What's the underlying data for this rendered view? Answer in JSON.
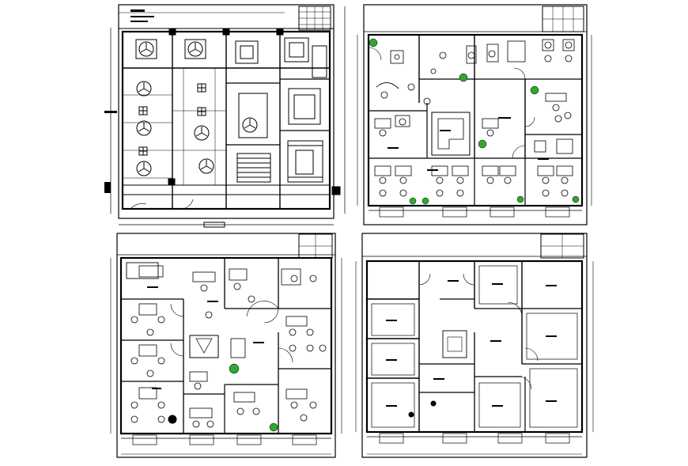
{
  "drawing": {
    "background": "#ffffff",
    "line_color": "#000000",
    "plant_color": "#2fa82f"
  },
  "panels": [
    {
      "id": "panel-top-left",
      "kind": "ceiling-plan"
    },
    {
      "id": "panel-top-right",
      "kind": "furniture-plan"
    },
    {
      "id": "panel-bottom-left",
      "kind": "furniture-plan"
    },
    {
      "id": "panel-bottom-right",
      "kind": "room-layout-plan"
    }
  ]
}
